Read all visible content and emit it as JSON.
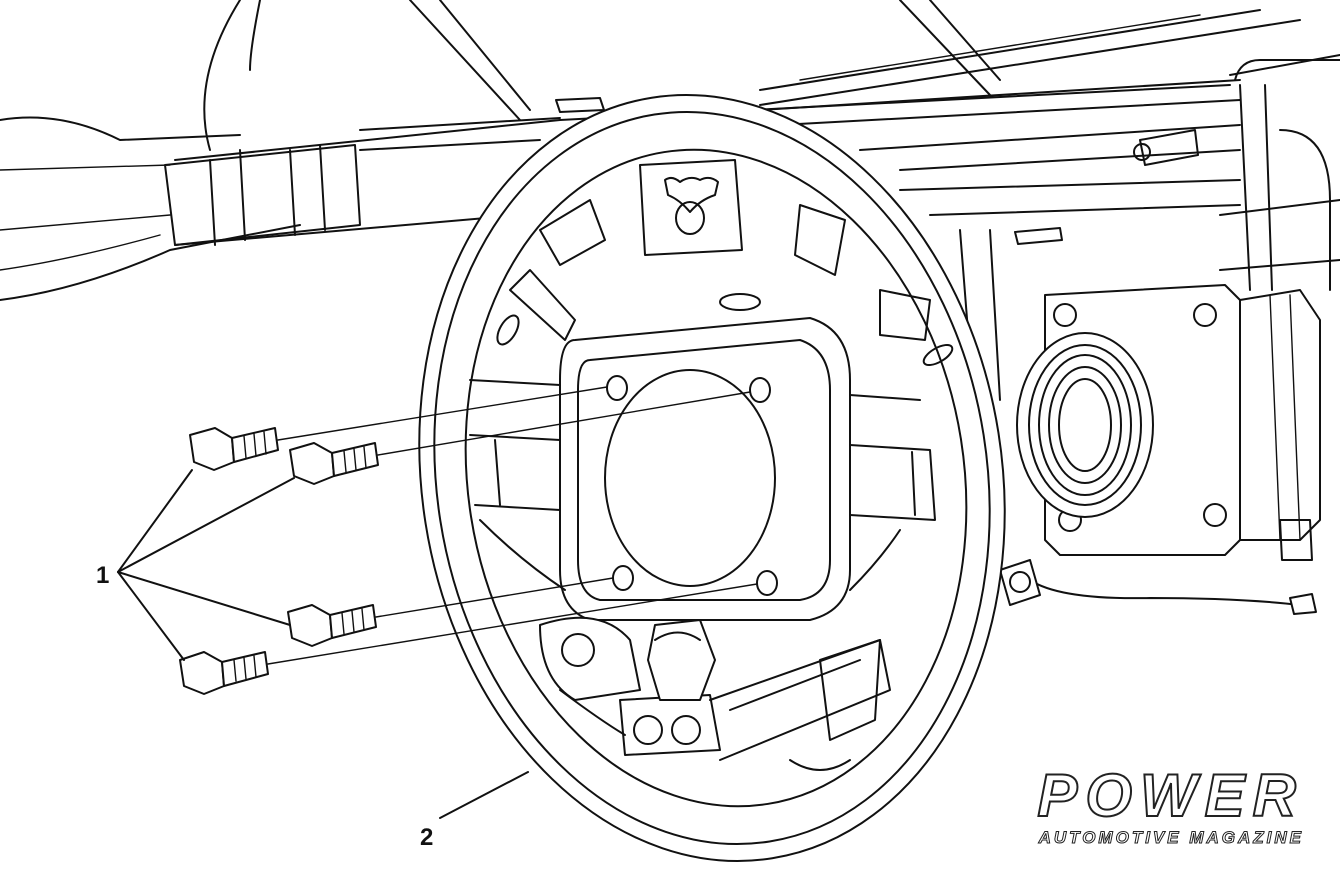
{
  "callouts": {
    "bolts": "1",
    "backing_plate": "2"
  },
  "watermark": {
    "brand": "POWER",
    "tagline": "AUTOMOTIVE MAGAZINE"
  }
}
